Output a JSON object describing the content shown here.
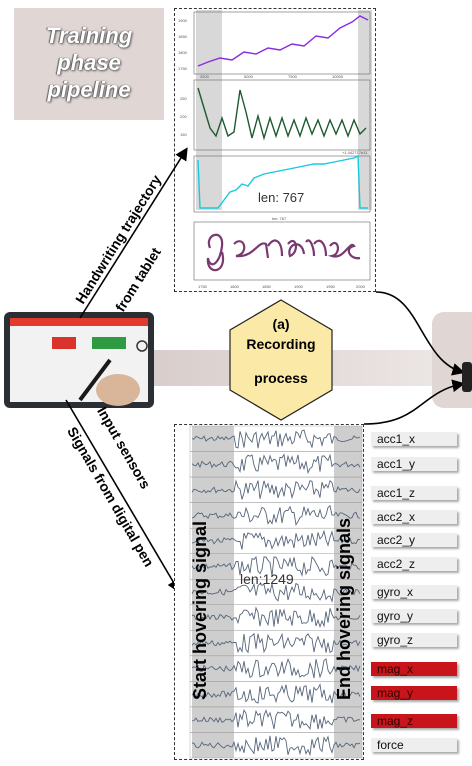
{
  "title": {
    "line1": "Training",
    "line2": "phase",
    "line3": "pipeline"
  },
  "arrow_labels": {
    "handwriting_1": "Handwriting trajectory",
    "handwriting_2": "from tablet",
    "input_sensors": "Input sensors",
    "signals_pen": "Signals from digital pen"
  },
  "recording": {
    "line1": "(a)",
    "line2": "Recording",
    "line3": "process"
  },
  "top_panel": {
    "len_label": "len: 767",
    "tick_labels": [
      "2500",
      "5000",
      "7500",
      "10000",
      "1750",
      "1800",
      "1850",
      "1900",
      "1950",
      "2000"
    ],
    "y_ticks_1": [
      "1900",
      "1850",
      "1800",
      "1750"
    ],
    "y_ticks_2": [
      "250",
      "200",
      "150"
    ],
    "offset_text": "+1.442717e11",
    "len_small": "len: 767",
    "handwriting_word": "genomes"
  },
  "bottom_panel": {
    "len_label": "len:1249",
    "start_label": "Start hovering signal",
    "end_label": "End hovering signals"
  },
  "sensors": [
    {
      "label": "acc1_x",
      "red": false
    },
    {
      "label": "acc1_y",
      "red": false
    },
    {
      "label": "acc1_z",
      "red": false
    },
    {
      "label": "acc2_x",
      "red": false
    },
    {
      "label": "acc2_y",
      "red": false
    },
    {
      "label": "acc2_z",
      "red": false
    },
    {
      "label": "gyro_x",
      "red": false
    },
    {
      "label": "gyro_y",
      "red": false
    },
    {
      "label": "gyro_z",
      "red": false
    },
    {
      "label": "mag_x",
      "red": true
    },
    {
      "label": "mag_y",
      "red": true
    },
    {
      "label": "mag_z",
      "red": true
    },
    {
      "label": "force",
      "red": false
    }
  ],
  "colors": {
    "purple": "#8a2be2",
    "green": "#1f5a2e",
    "cyan": "#18c8e0",
    "red": "#c8151b"
  }
}
